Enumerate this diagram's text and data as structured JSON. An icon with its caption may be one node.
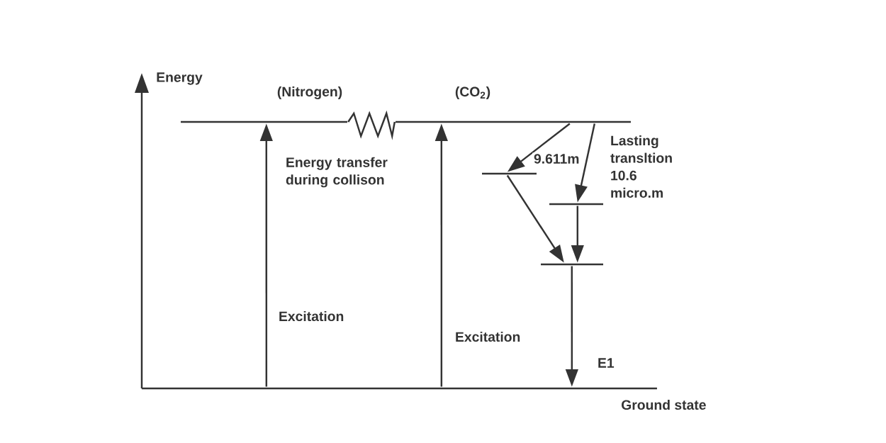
{
  "diagram": {
    "nodes": [
      {
        "text": [
          "Ground state"
        ]
      },
      {
        "text": [
          "(Nitrogen)"
        ]
      },
      {
        "text": [
          "(CO$_{2}$)"
        ]
      },
      {
        "text": [],
        "shape": "bar"
      },
      {
        "text": [],
        "shape": "bar"
      },
      {
        "text": [],
        "shape": "bar"
      }
    ],
    "edges": [
      {
        "from": 0,
        "to": 1,
        "arrow": "to",
        "label": "Excitation"
      },
      {
        "from": 0,
        "to": 2,
        "arrow": "to",
        "label": "Excitation"
      },
      {
        "from": 1,
        "to": 2,
        "arrow": "none",
        "label": "Energy transfer during collison"
      },
      {
        "from": 2,
        "to": 3,
        "arrow": "to",
        "label": "9.611m"
      },
      {
        "from": 2,
        "to": 4,
        "arrow": "to",
        "label": "Lasting transltion 10.6 micro.m"
      },
      {
        "from": 3,
        "to": 5,
        "arrow": "to"
      },
      {
        "from": 4,
        "to": 5,
        "arrow": "to"
      },
      {
        "from": 5,
        "to": 0,
        "arrow": "to",
        "label": "E1"
      }
    ],
    "labels": [
      "Energy"
    ]
  }
}
